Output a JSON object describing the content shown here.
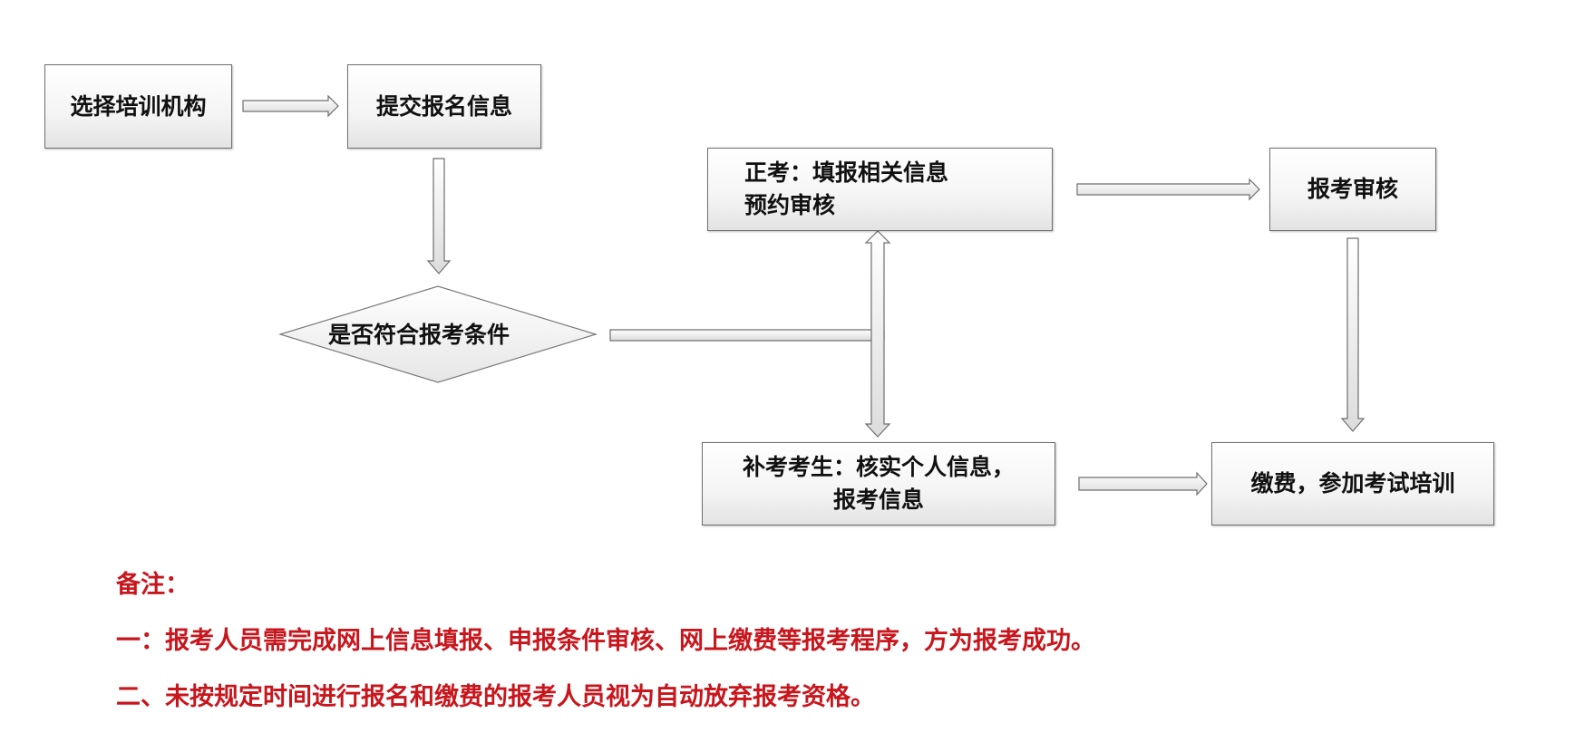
{
  "flowchart": {
    "nodes": {
      "choose_institution": "选择培训机构",
      "submit_info": "提交报名信息",
      "eligibility_check": "是否符合报考条件",
      "formal_exam_line1": "正考：填报相关信息",
      "formal_exam_line2": "预约审核",
      "exam_review": "报考审核",
      "makeup_line1": "补考考生：核实个人信息，",
      "makeup_line2": "报考信息",
      "payment_training": "缴费，参加考试培训"
    }
  },
  "notes": {
    "heading": "备注：",
    "line1": "一：报考人员需完成网上信息填报、申报条件审核、网上缴费等报考程序，方为报考成功。",
    "line2": "二、未按规定时间进行报名和缴费的报考人员视为自动放弃报考资格。",
    "color": "#c8161d"
  }
}
